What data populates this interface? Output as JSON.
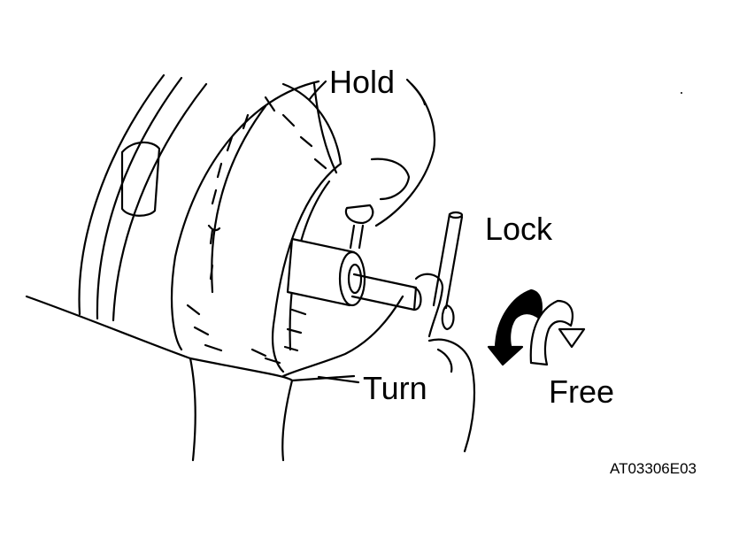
{
  "labels": {
    "hold": "Hold",
    "lock": "Lock",
    "turn": "Turn",
    "free": "Free",
    "figure_code": "AT03306E03"
  },
  "colors": {
    "ink": "#000000",
    "paper": "#ffffff",
    "lock_arrow": "#000000",
    "free_arrow": "#ffffff"
  }
}
